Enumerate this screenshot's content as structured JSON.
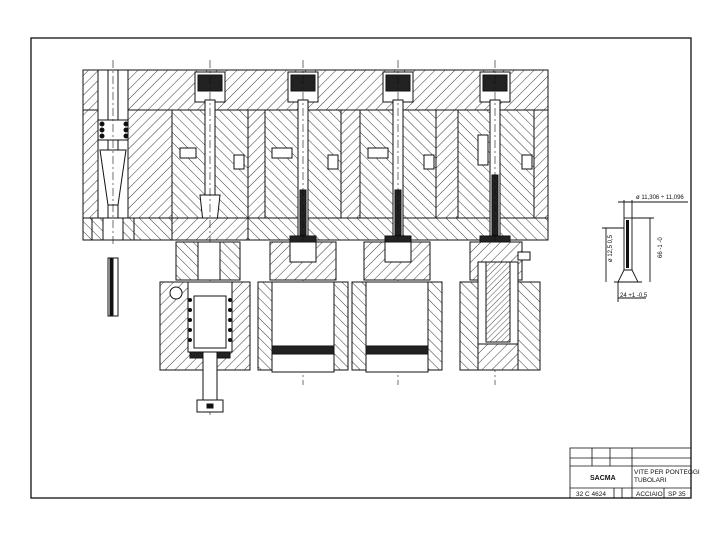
{
  "dimensions": {
    "outer_diameter": "ø 11,306 ÷ 11,096",
    "head_diameter": "ø 12,5 0,5",
    "length_main": "66 -1 -0",
    "length_lower": "24 +1 -0,5"
  },
  "title_block": {
    "description": "VITE PER PONTEGGI TUBOLARI",
    "description_line1": "VITE PER PONTEGGI",
    "description_line2": "TUBOLARI",
    "company": "SACMA",
    "drawing_number": "32 C 4624",
    "material": "ACCIAIO",
    "sheet": "SP 35"
  }
}
